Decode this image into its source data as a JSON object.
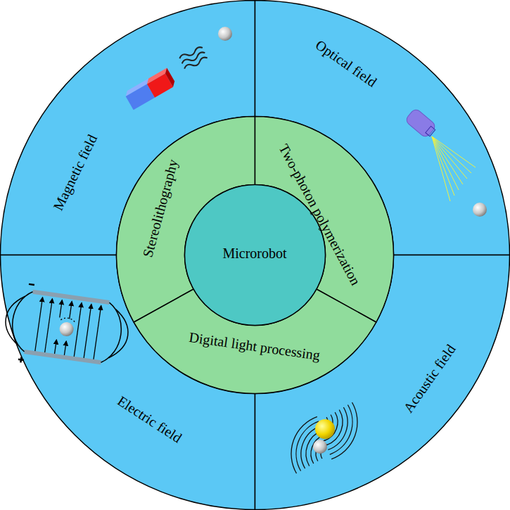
{
  "diagram": {
    "nodes": [
      {
        "text": [
          "Magnetic field"
        ]
      },
      {
        "text": [
          "Optical field"
        ]
      },
      {
        "text": [
          "Electric field"
        ]
      },
      {
        "text": [
          "Acoustic field"
        ]
      },
      {
        "text": [
          "Stereolithography"
        ]
      },
      {
        "text": [
          "Two-photon polymerization"
        ]
      },
      {
        "text": [
          "Digital light processing"
        ]
      },
      {
        "text": [
          "Microrobot"
        ]
      }
    ]
  }
}
